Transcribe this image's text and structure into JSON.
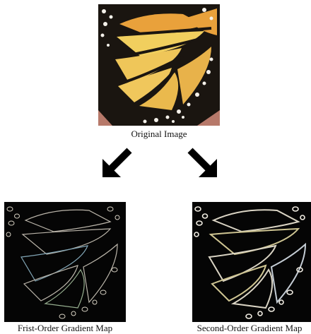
{
  "original_image": {
    "caption": "Original Image"
  },
  "first_order_map": {
    "caption": "Frist-Order Gradient Map"
  },
  "second_order_map": {
    "caption": "Second-Order Gradient Map"
  },
  "arrows": {
    "left": "arrow-down-left-icon",
    "right": "arrow-down-right-icon"
  },
  "colors": {
    "wing_orange": "#e9a13b",
    "wing_yellow": "#f1cf5e",
    "vein_black": "#1a1510",
    "flower_pink": "#c0567e",
    "gradient_bg": "#050505",
    "edge_light": "#dcd6c8"
  }
}
